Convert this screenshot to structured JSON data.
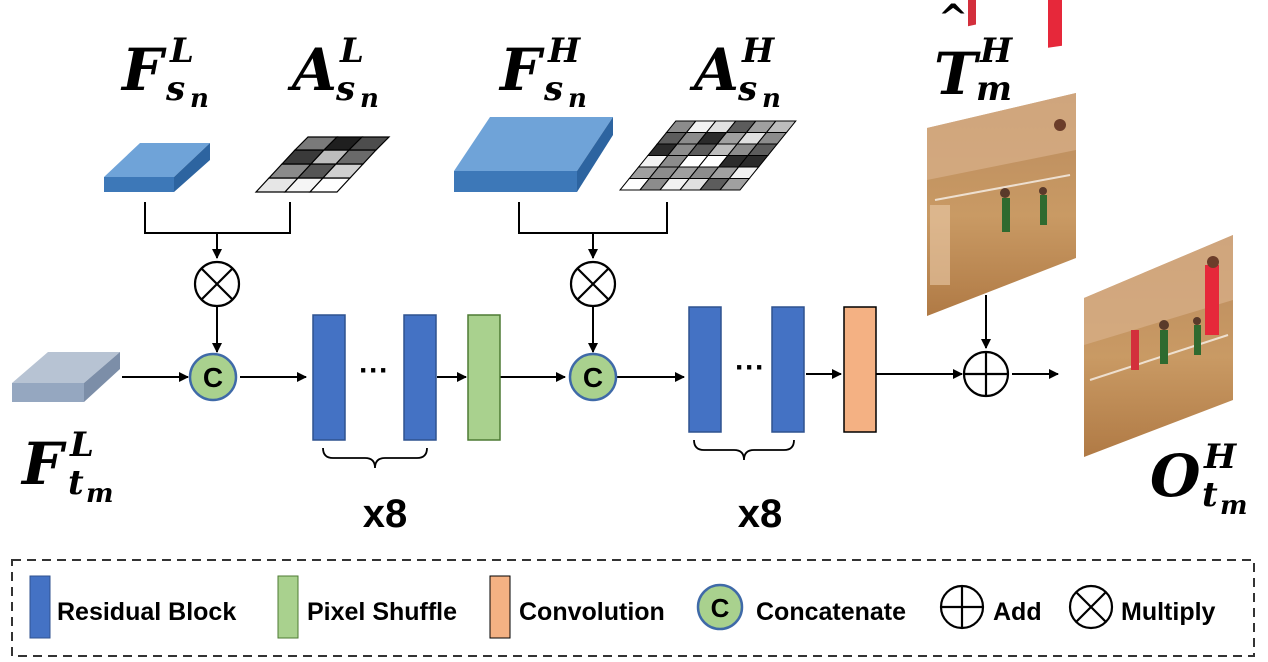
{
  "labels": {
    "f_s_low": {
      "main": "F",
      "sup": "L",
      "sub": "s",
      "subsub": "n"
    },
    "a_s_low": {
      "main": "A",
      "sup": "L",
      "sub": "s",
      "subsub": "n"
    },
    "f_s_high": {
      "main": "F",
      "sup": "H",
      "sub": "s",
      "subsub": "n"
    },
    "a_s_high": {
      "main": "A",
      "sup": "H",
      "sub": "s",
      "subsub": "n"
    },
    "t_hat_high": {
      "main": "T",
      "sup": "H",
      "sub": "m",
      "hat": "^"
    },
    "f_t_low": {
      "main": "F",
      "sup": "L",
      "sub": "t",
      "subsub": "m"
    },
    "o_t_high": {
      "main": "O",
      "sup": "H",
      "sub": "t",
      "subsub": "m"
    }
  },
  "repeat_labels": [
    "x8",
    "x8"
  ],
  "ellipsis": "···",
  "concat_symbol": "C",
  "legend": {
    "residual": "Residual Block",
    "pixel_shuffle": "Pixel Shuffle",
    "convolution": "Convolution",
    "concatenate": "Concatenate",
    "add": "Add",
    "multiply": "Multiply",
    "concat_symbol": "C"
  },
  "colors": {
    "residual_block": "#4472C4",
    "pixel_shuffle": "#A9D18E",
    "convolution": "#F4B183",
    "concat_fill": "#A9D18E",
    "feature_low_t": "#8FA3BF",
    "feature_blue": "#4A86C5"
  }
}
